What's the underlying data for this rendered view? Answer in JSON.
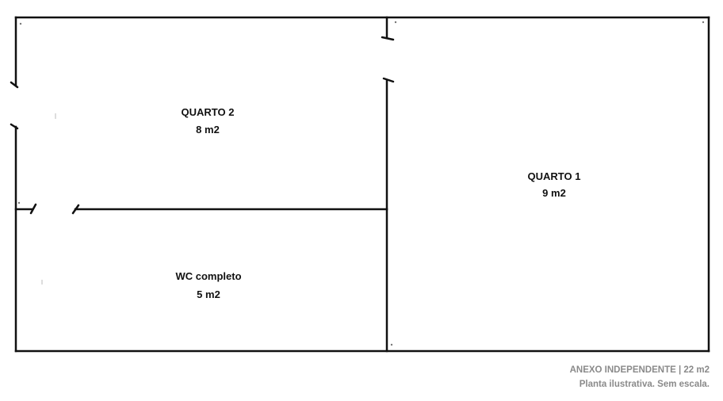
{
  "rooms": {
    "quarto2": {
      "name": "QUARTO 2",
      "area": "8 m2"
    },
    "wc": {
      "name": "WC completo",
      "area": "5 m2"
    },
    "quarto1": {
      "name": "QUARTO 1",
      "area": "9 m2"
    }
  },
  "footer": {
    "title": "ANEXO INDEPENDENTE | 22 m2",
    "note": "Planta ilustrativa. Sem escala."
  },
  "colors": {
    "wall": "#111111",
    "footer_text": "#8a8a8a"
  }
}
